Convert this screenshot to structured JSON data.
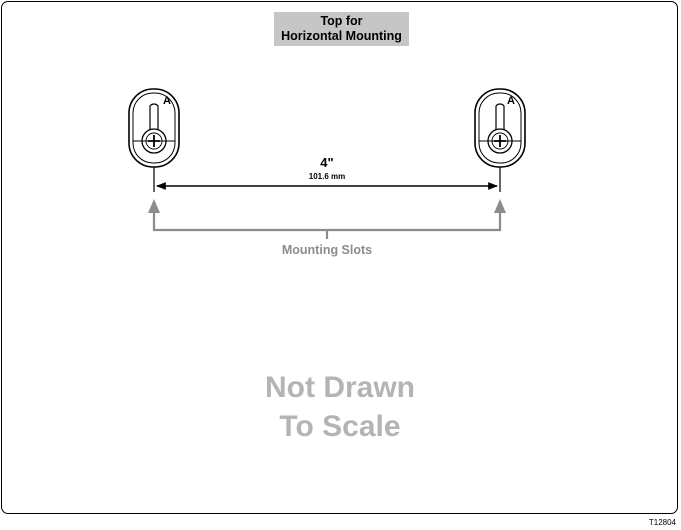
{
  "top_label": {
    "line1": "Top for",
    "line2": "Horizontal Mounting"
  },
  "slots": [
    {
      "letter": "A"
    },
    {
      "letter": "A"
    }
  ],
  "dimension": {
    "imperial": "4\"",
    "metric": "101.6 mm"
  },
  "callout": {
    "label": "Mounting Slots"
  },
  "watermark": {
    "line1": "Not Drawn",
    "line2": "To Scale"
  },
  "figure_code": "T12804",
  "colors": {
    "label_box": "#c6c6c6",
    "callout_gray": "#8c8c8c",
    "watermark_gray": "#b4b4b4",
    "outline": "#000000"
  }
}
